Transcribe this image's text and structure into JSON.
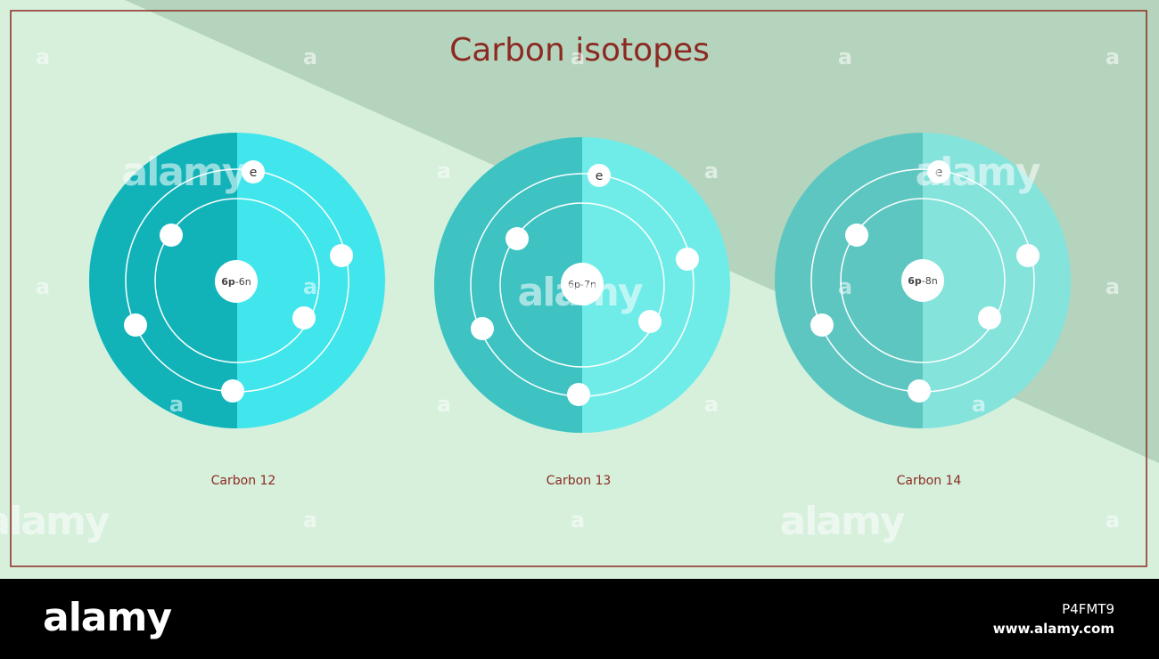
{
  "title": "Carbon isotopes",
  "colors": {
    "title": "#8b2a22",
    "frame": "#8b2a22",
    "bg_light": "#d6f0dc",
    "bg_dark": "#b5d4bd",
    "electron": "#ffffff",
    "orbit": "#ffffff"
  },
  "electron_label": "e",
  "atoms": [
    {
      "nucleus_p": "6p",
      "nucleus_sep": "-",
      "nucleus_n": "6n",
      "label": "Carbon 12",
      "color_dark": "#11b3b9",
      "color_light": "#40e6ec"
    },
    {
      "nucleus_p": "6p",
      "nucleus_sep": "-",
      "nucleus_n": "7n",
      "label": "Carbon 13",
      "color_dark": "#3ec2c2",
      "color_light": "#70ece8"
    },
    {
      "nucleus_p": "6p",
      "nucleus_sep": "-",
      "nucleus_n": "8n",
      "label": "Carbon 14",
      "color_dark": "#5dc6c1",
      "color_light": "#84e3db"
    }
  ],
  "watermark": {
    "text": "alamy",
    "small": "a"
  },
  "footer": {
    "logo": "alamy",
    "image_id": "P4FMT9",
    "url": "www.alamy.com"
  }
}
